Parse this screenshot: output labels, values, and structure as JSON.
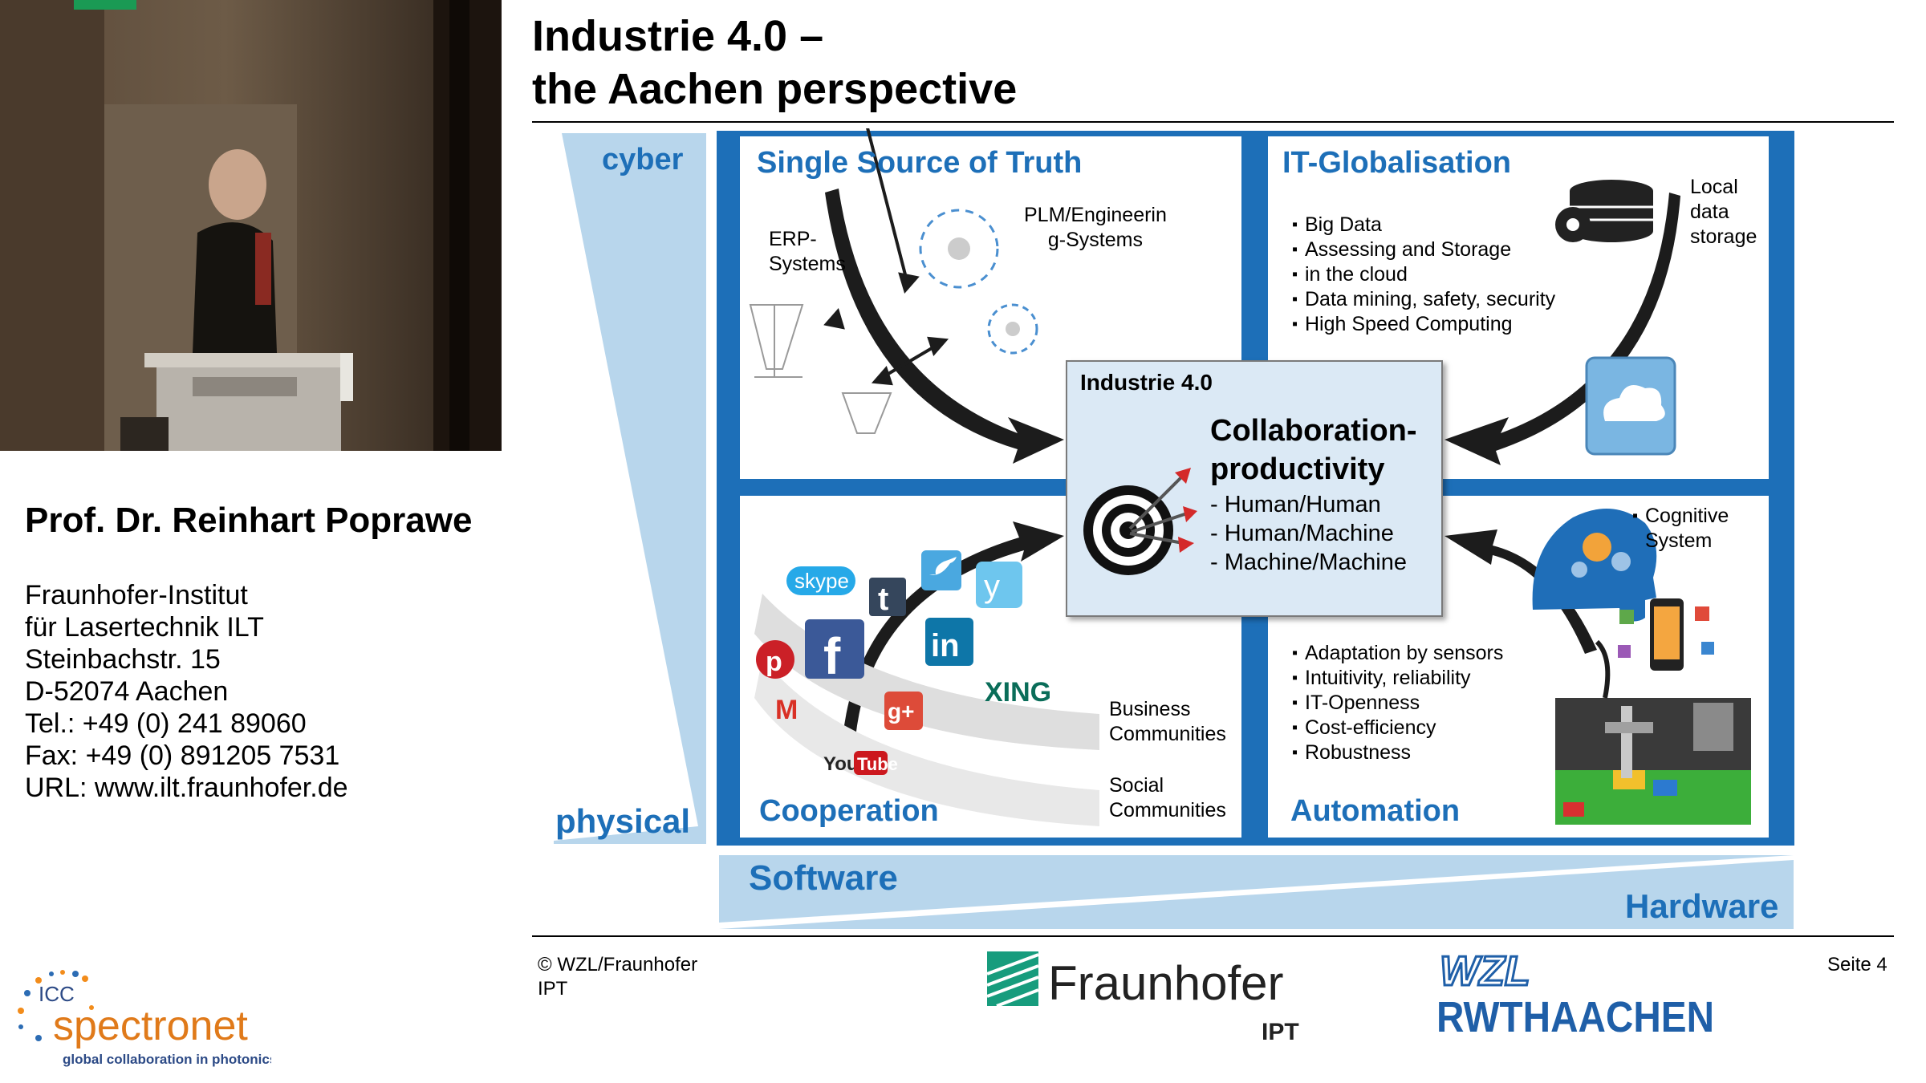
{
  "speaker": {
    "name": "Prof. Dr. Reinhart Poprawe",
    "lines": [
      "Fraunhofer-Institut",
      "für Lasertechnik ILT",
      "Steinbachstr. 15",
      "D-52074 Aachen",
      "Tel.: +49 (0) 241 89060",
      "Fax: +49 (0) 891205 7531",
      "URL: www.ilt.fraunhofer.de"
    ]
  },
  "icc_logo": {
    "icc": "ICC",
    "brand": "spectronet",
    "tagline": "global collaboration in photonics"
  },
  "slide": {
    "title_line1": "Industrie 4.0 –",
    "title_line2": "the Aachen perspective",
    "axis_cyber": "cyber",
    "axis_physical": "physical",
    "axis_software": "Software",
    "axis_hardware": "Hardware",
    "q1": {
      "title": "Single Source of Truth",
      "erp": [
        "ERP-",
        "Systems"
      ],
      "plm": [
        "PLM/Engineerin",
        "g-Systems"
      ]
    },
    "q2": {
      "title": "IT-Globalisation",
      "bullets": [
        "Big Data",
        "Assessing and Storage",
        "in the cloud",
        "Data mining, safety, security",
        "High Speed Computing"
      ],
      "local": [
        "Local",
        "data",
        "storage"
      ]
    },
    "q3": {
      "title": "Cooperation",
      "business": [
        "Business",
        "Communities"
      ],
      "social": [
        "Social",
        "Communities"
      ],
      "brands": {
        "skype": "skype",
        "xing": "XING",
        "youtube_you": "You",
        "youtube_tube": "Tube",
        "tumblr": "t",
        "facebook": "f",
        "linkedin": "in",
        "gplus": "g+",
        "gmail": "M"
      }
    },
    "q4": {
      "title": "Automation",
      "cognitive": [
        "Cognitive",
        "System"
      ],
      "bullets": [
        "Adaptation by sensors",
        "Intuitivity, reliability",
        "IT-Openness",
        "Cost-efficiency",
        "Robustness"
      ]
    },
    "center": {
      "title": "Industrie 4.0",
      "headline_line1": "Collaboration-",
      "headline_line2": "productivity",
      "items": [
        "-   Human/Human",
        "-   Human/Machine",
        "-   Machine/Machine"
      ]
    },
    "footer": {
      "copyright_line1": "© WZL/Fraunhofer",
      "copyright_line2": "IPT",
      "fraunhofer": "Fraunhofer",
      "fraunhofer_sub": "IPT",
      "wzl": "WZL",
      "rwth": "RWTHAACHEN",
      "page": "Seite 4"
    }
  },
  "colors": {
    "accent_blue": "#1d6fb8",
    "light_blue": "#b8d6ec",
    "center_fill": "#dbe9f5"
  }
}
